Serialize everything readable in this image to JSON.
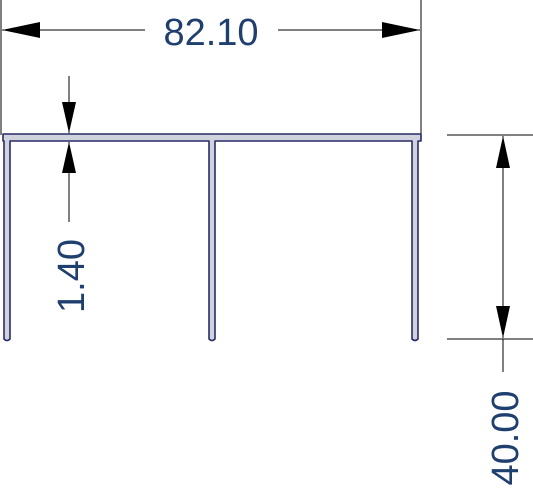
{
  "drawing": {
    "dimensions": {
      "width": "82.10",
      "wall_thickness": "1.40",
      "height": "40.00"
    },
    "colors": {
      "dimension_text": "#1f3f6e",
      "dimension_line": "#000000",
      "profile_outline": "#2a2a6a",
      "profile_fill": "#cfd4dc"
    }
  }
}
